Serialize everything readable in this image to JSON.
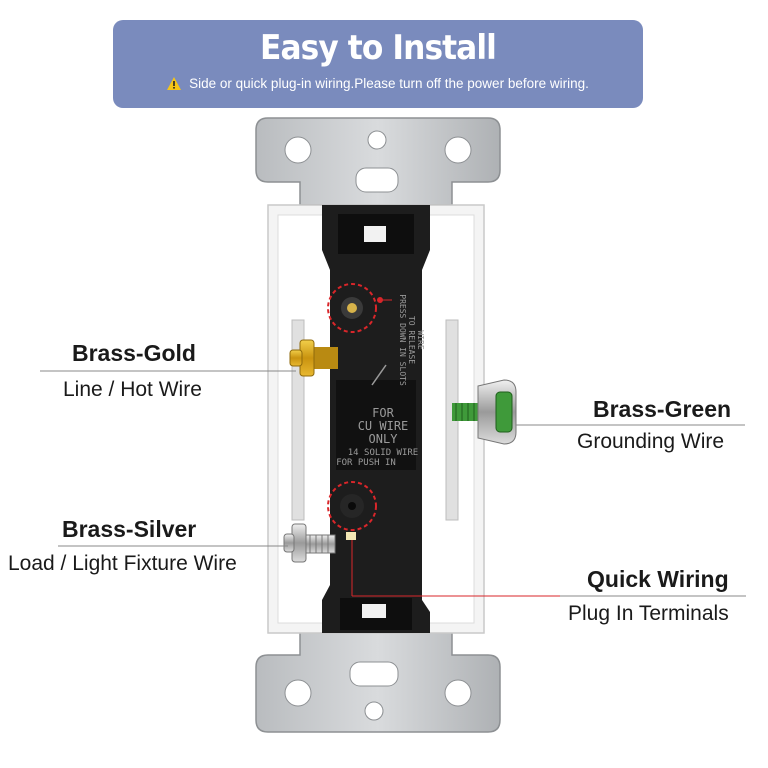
{
  "banner": {
    "title": "Easy to Install",
    "note": "Side or quick plug-in wiring.Please turn off the power before wiring.",
    "icon": "warning-icon",
    "bg": "#7a8bbd"
  },
  "device_text": {
    "line1": "FOR",
    "line2": "CU WIRE",
    "line3": "ONLY",
    "line4": "14 SOLID WIRE",
    "line5": "FOR PUSH IN",
    "release1": "PRESS DOWN IN SLOTS",
    "release2": "TO RELEASE",
    "release3": "WIRE"
  },
  "labels": {
    "brass_gold": {
      "title": "Brass-Gold",
      "subtitle": "Line / Hot Wire"
    },
    "brass_silver": {
      "title": "Brass-Silver",
      "subtitle": "Load / Light Fixture Wire"
    },
    "brass_green": {
      "title": "Brass-Green",
      "subtitle": "Grounding Wire"
    },
    "quick_wiring": {
      "title": "Quick Wiring",
      "subtitle": "Plug In Terminals"
    }
  },
  "colors": {
    "gold": "#d8a81c",
    "silver": "#cfcfcf",
    "green": "#3f9a3a",
    "accent": "#d9262a"
  }
}
